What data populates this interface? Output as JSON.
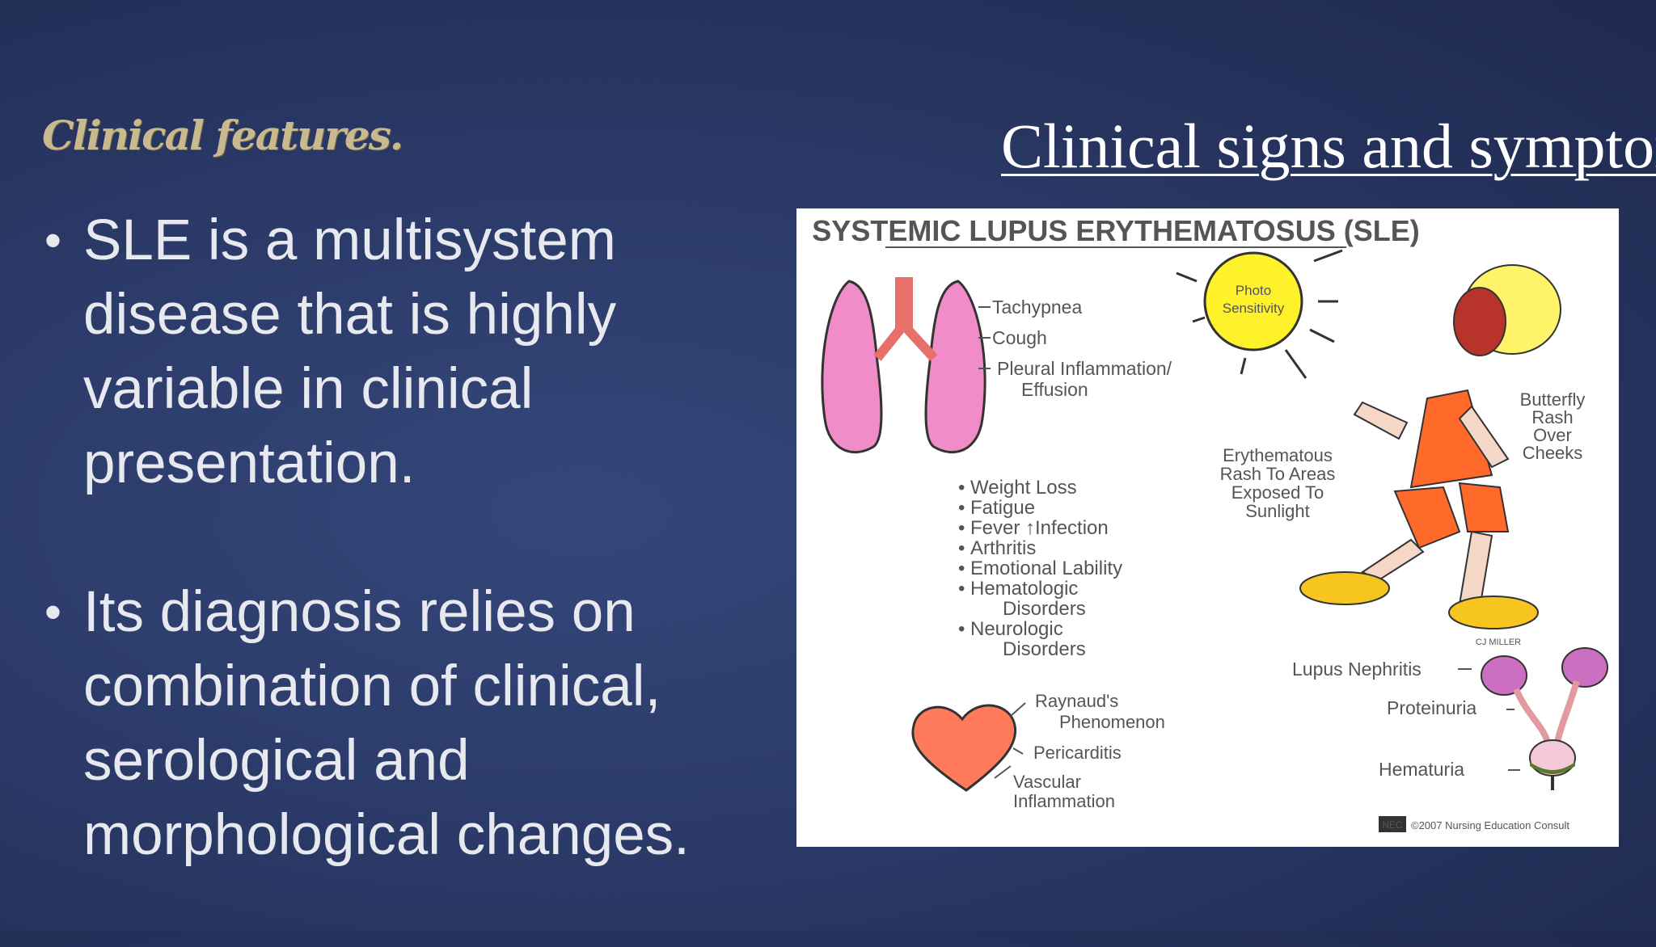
{
  "slide": {
    "title": "Clinical features.",
    "bullets": [
      "SLE is a multisystem disease that is highly variable in clinical presentation.",
      "Its diagnosis relies on combination of clinical, serological and morphological changes."
    ],
    "right_heading": "Clinical signs and symptoms"
  },
  "figure": {
    "title": "SYSTEMIC LUPUS ERYTHEMATOSUS (SLE)",
    "lung_labels": {
      "l1": "Tachypnea",
      "l2": "Cough",
      "l3": "Pleural Inflammation/",
      "l4": "Effusion"
    },
    "sun_labels": {
      "s1": "Photo",
      "s2": "Sensitivity"
    },
    "systemic": {
      "i1": "Weight Loss",
      "i2": "Fatigue",
      "i3": "Fever ↑Infection",
      "i4": "Arthritis",
      "i5": "Emotional Lability",
      "i6": "Hematologic",
      "i6b": "Disorders",
      "i7": "Neurologic",
      "i7b": "Disorders"
    },
    "rash": {
      "r1": "Erythematous",
      "r2": "Rash To Areas",
      "r3": "Exposed To",
      "r4": "Sunlight"
    },
    "butterfly": {
      "b1": "Butterfly",
      "b2": "Rash",
      "b3": "Over",
      "b4": "Cheeks"
    },
    "heart_labels": {
      "h1": "Raynaud's",
      "h2": "Phenomenon",
      "h3": "Pericarditis",
      "h4": "Vascular",
      "h5": "Inflammation"
    },
    "kidney_labels": {
      "k1": "Lupus Nephritis",
      "k2": "Proteinuria",
      "k3": "Hematuria"
    },
    "artist": "CJ MILLER",
    "credit_logo": "NEC",
    "copyright": "©2007 Nursing Education Consult"
  },
  "colors": {
    "background": "#2b3a68",
    "title": "#c9b98f",
    "text": "#e7e9ef",
    "lung": "#f08cc8",
    "sun": "#fff12a",
    "heart": "#ff7a5a",
    "body": "#ff6a2a"
  }
}
